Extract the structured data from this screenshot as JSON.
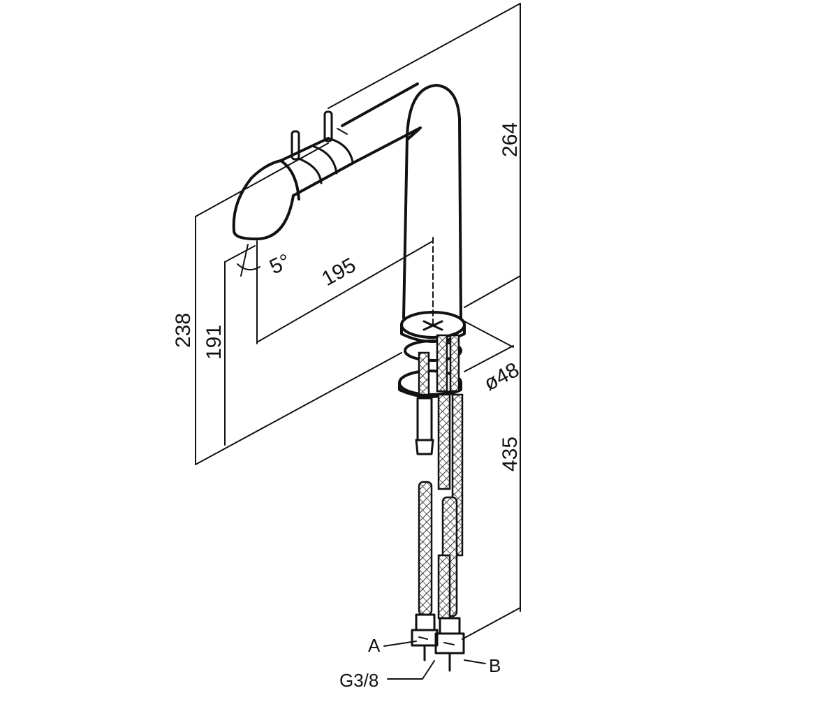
{
  "drawing": {
    "dimensions": {
      "overall_height": "264",
      "deck_to_spout": "238",
      "spout_clearance": "191",
      "spout_reach": "195",
      "tilt_angle": "5°",
      "base_diameter": "ø48",
      "hose_length": "435"
    },
    "connections": {
      "inlet_a": "A",
      "inlet_b": "B",
      "thread": "G3/8"
    },
    "colors": {
      "line": "#111111",
      "background": "#ffffff"
    }
  }
}
